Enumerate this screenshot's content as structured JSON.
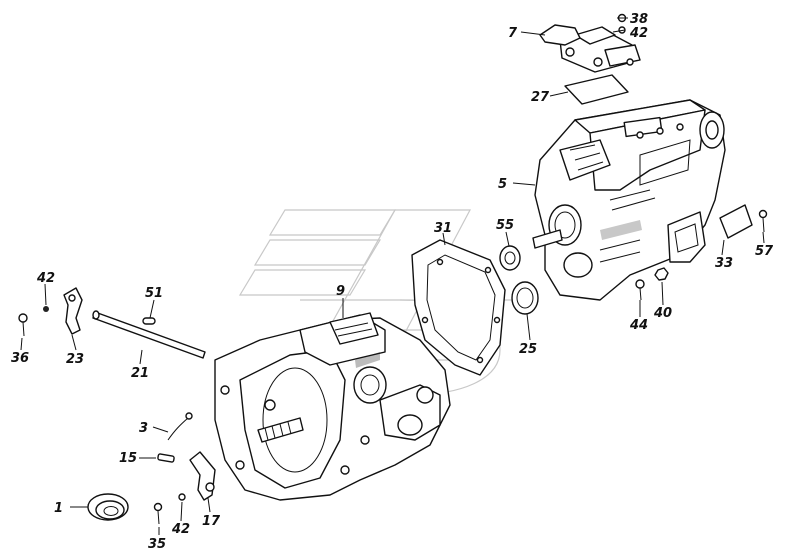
{
  "callouts": [
    {
      "id": "c1",
      "label": "1"
    },
    {
      "id": "c3",
      "label": "3"
    },
    {
      "id": "c5",
      "label": "5"
    },
    {
      "id": "c7",
      "label": "7"
    },
    {
      "id": "c9",
      "label": "9"
    },
    {
      "id": "c15",
      "label": "15"
    },
    {
      "id": "c17",
      "label": "17"
    },
    {
      "id": "c21",
      "label": "21"
    },
    {
      "id": "c23",
      "label": "23"
    },
    {
      "id": "c25",
      "label": "25"
    },
    {
      "id": "c27",
      "label": "27"
    },
    {
      "id": "c31",
      "label": "31"
    },
    {
      "id": "c33",
      "label": "33"
    },
    {
      "id": "c35",
      "label": "35"
    },
    {
      "id": "c36",
      "label": "36"
    },
    {
      "id": "c38",
      "label": "38"
    },
    {
      "id": "c40",
      "label": "40"
    },
    {
      "id": "c42a",
      "label": "42"
    },
    {
      "id": "c42b",
      "label": "42"
    },
    {
      "id": "c42c",
      "label": "42"
    },
    {
      "id": "c44",
      "label": "44"
    },
    {
      "id": "c51",
      "label": "51"
    },
    {
      "id": "c55",
      "label": "55"
    },
    {
      "id": "c57",
      "label": "57"
    }
  ]
}
